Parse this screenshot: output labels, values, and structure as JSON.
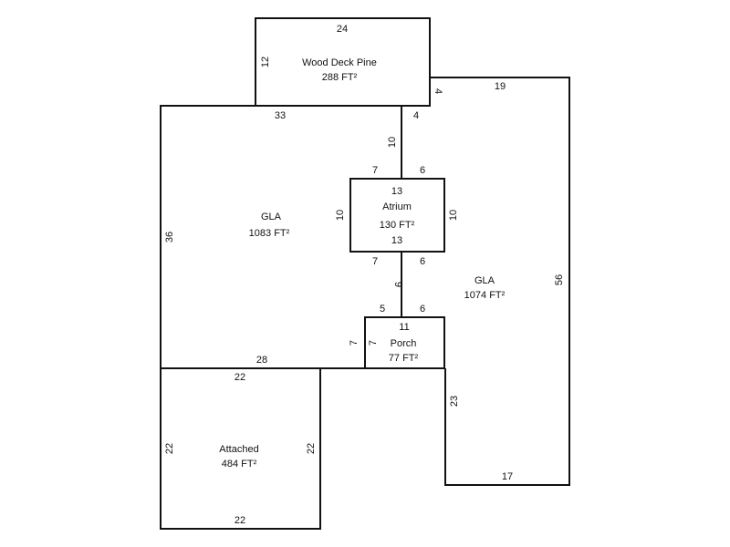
{
  "rooms": {
    "deck": {
      "name": "Wood Deck Pine",
      "area": "288 FT²"
    },
    "gla_left": {
      "name": "GLA",
      "area": "1083 FT²"
    },
    "gla_right": {
      "name": "GLA",
      "area": "1074 FT²"
    },
    "atrium": {
      "name": "Atrium",
      "area": "130 FT²"
    },
    "porch": {
      "name": "Porch",
      "area": "77 FT²"
    },
    "attached": {
      "name": "Attached",
      "area": "484 FT²"
    }
  },
  "dims": {
    "deck_top": "24",
    "deck_left": "12",
    "deck_right": "4",
    "gla_top_left": "33",
    "gla_top_mid": "4",
    "right_top": "19",
    "right_side": "56",
    "left_side": "36",
    "center_upper": "10",
    "atrium_tl": "7",
    "atrium_tr": "6",
    "atrium_top": "13",
    "atrium_left": "10",
    "atrium_right": "10",
    "atrium_bottom": "13",
    "atrium_bl": "7",
    "atrium_br": "6",
    "center_lower": "9",
    "porch_tl": "5",
    "porch_tr": "6",
    "porch_top": "11",
    "porch_left_outer": "7",
    "porch_left_inner": "7",
    "gla_bottom": "28",
    "right_lower": "23",
    "right_bottom": "17",
    "att_top": "22",
    "att_left": "22",
    "att_right": "22",
    "att_bottom": "22"
  }
}
